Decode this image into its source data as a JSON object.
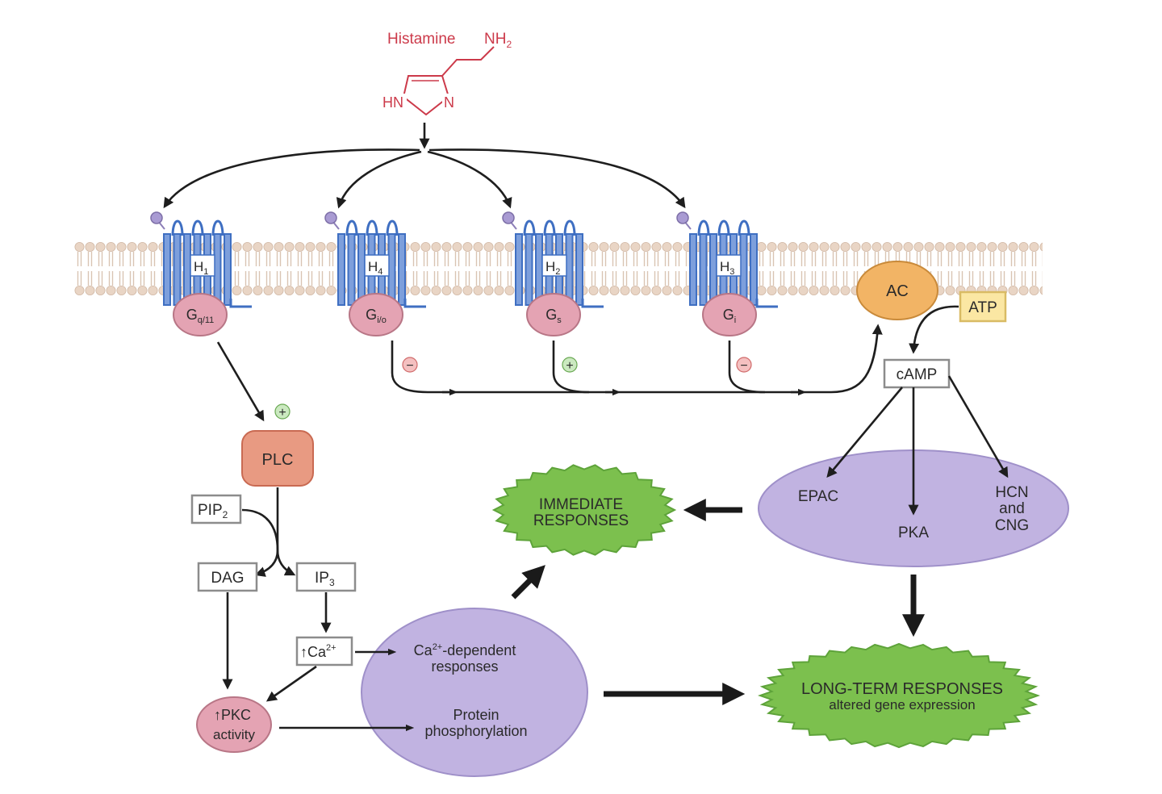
{
  "ligand": {
    "name": "Histamine",
    "nh2": "NH",
    "nh2_sub": "2",
    "hn": "HN",
    "n": "N"
  },
  "receptors": [
    {
      "label": "H",
      "sub": "1",
      "g_label": "G",
      "g_sub": "q/11"
    },
    {
      "label": "H",
      "sub": "4",
      "g_label": "G",
      "g_sub": "i/o"
    },
    {
      "label": "H",
      "sub": "2",
      "g_label": "G",
      "g_sub": "s"
    },
    {
      "label": "H",
      "sub": "3",
      "g_label": "G",
      "g_sub": "i"
    }
  ],
  "signs": {
    "plus": "+",
    "minus": "−"
  },
  "enzymes": {
    "ac": "AC",
    "atp": "ATP",
    "camp": "cAMP",
    "plc": "PLC"
  },
  "messengers": {
    "pip2": "PIP",
    "pip2_sub": "2",
    "dag": "DAG",
    "ip3": "IP",
    "ip3_sub": "3",
    "ca_arrow": "↑",
    "ca": "Ca",
    "ca_sup": "2+",
    "pkc_line1": "↑PKC",
    "pkc_line2": "activity"
  },
  "effectors": {
    "epac": "EPAC",
    "pka": "PKA",
    "hcn_1": "HCN",
    "hcn_2": "and",
    "hcn_3": "CNG"
  },
  "responses": {
    "ca_dep_1a": "Ca",
    "ca_dep_sup": "2+",
    "ca_dep_1b": "-dependent",
    "ca_dep_2": "responses",
    "prot_1": "Protein",
    "prot_2": "phosphorylation",
    "immediate_1": "IMMEDIATE",
    "immediate_2": "RESPONSES",
    "long_1": "LONG-TERM RESPONSES",
    "long_2": "altered gene expression"
  },
  "colors": {
    "receptor": "#3f6fc2",
    "receptor_fill": "#7d9fdc",
    "gprotein": "#e4a3b3",
    "ac": "#f2b465",
    "atp": "#fbe7a3",
    "plc": "#e89a82",
    "purple": "#c1b3e1",
    "green": "#7cc04e",
    "membrane": "#e6d2c2",
    "red_text": "#cc3a4a"
  }
}
